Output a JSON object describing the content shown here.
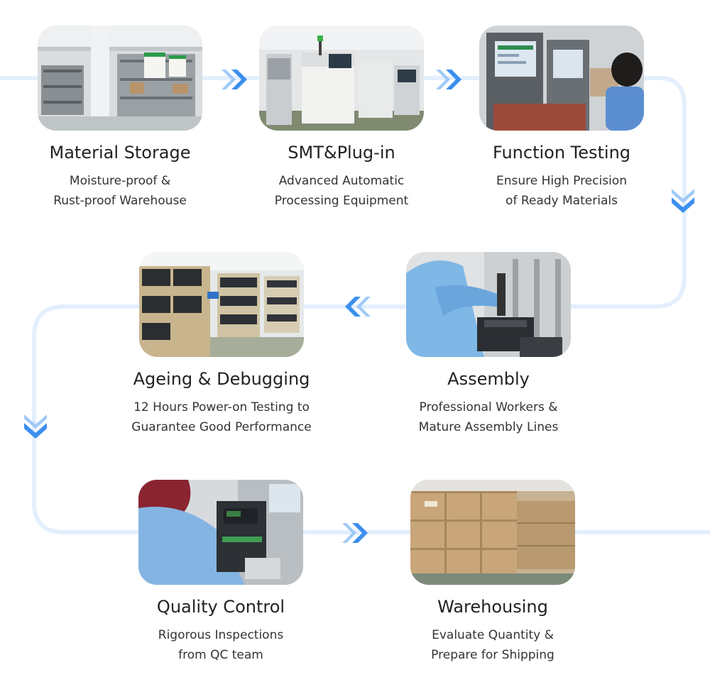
{
  "steps": [
    {
      "title": "Material Storage",
      "desc": [
        "Moisture-proof &",
        "Rust-proof Warehouse"
      ],
      "photo": "warehouse-shelves"
    },
    {
      "title": "SMT&Plug-in",
      "desc": [
        "Advanced Automatic",
        "Processing Equipment"
      ],
      "photo": "smt-machines"
    },
    {
      "title": "Function Testing",
      "desc": [
        "Ensure High Precision",
        "of Ready Materials"
      ],
      "photo": "test-station"
    },
    {
      "title": "Assembly",
      "desc": [
        "Professional Workers &",
        "Mature Assembly Lines"
      ],
      "photo": "assembly-worker"
    },
    {
      "title": "Ageing & Debugging",
      "desc": [
        "12 Hours Power-on Testing to",
        "Guarantee Good Performance"
      ],
      "photo": "ageing-racks"
    },
    {
      "title": "Quality Control",
      "desc": [
        "Rigorous Inspections",
        "from QC team"
      ],
      "photo": "qc-inspection"
    },
    {
      "title": "Warehousing",
      "desc": [
        "Evaluate Quantity &",
        "Prepare for Shipping"
      ],
      "photo": "carton-stacks"
    }
  ],
  "colors": {
    "flow_line": "#e3effd",
    "arrow": "#3c8fef",
    "arrow_light": "#9fc9f6",
    "title_text": "#222222",
    "desc_text": "#333333"
  }
}
